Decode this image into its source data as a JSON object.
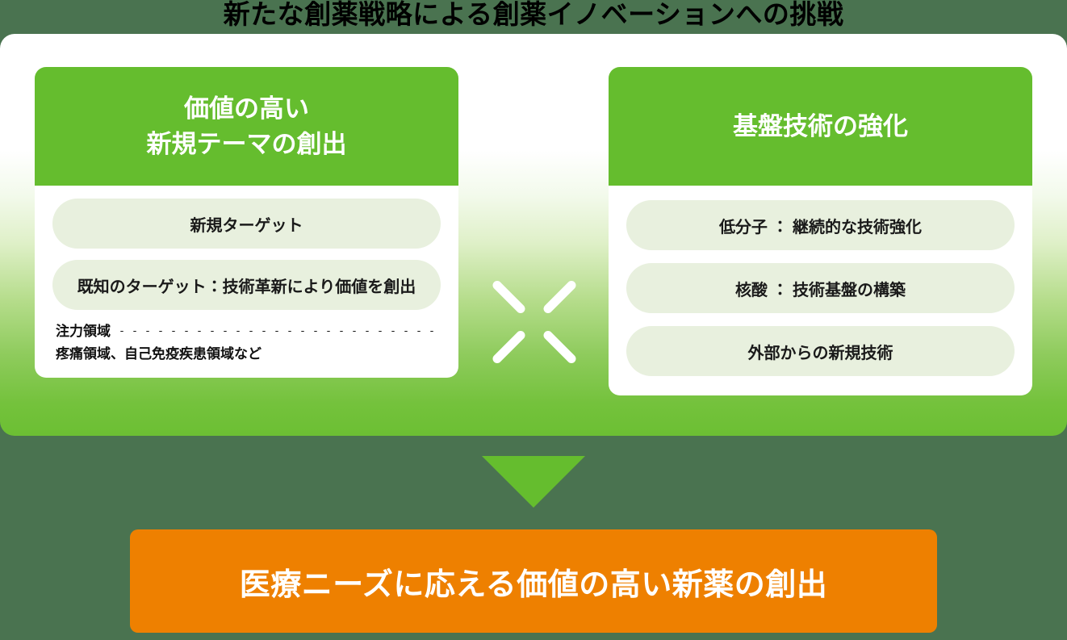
{
  "title": "新たな創薬戦略による創薬イノベーションへの挑戦",
  "colors": {
    "page_background": "#4a7350",
    "panel_gradient_top": "#ffffff",
    "panel_gradient_bottom": "#6cbf33",
    "card_header_green": "#65bd2e",
    "pill_background": "#e8f0de",
    "accent_orange": "#ee8000",
    "text_dark": "#111111",
    "text_light": "#ffffff"
  },
  "panel": {
    "left_card": {
      "header_line1": "価値の高い",
      "header_line2": "新規テーマの創出",
      "items": [
        "新規ターゲット",
        "既知のターゲット：技術革新により価値を創出"
      ],
      "focus_note": {
        "label": "注力領域",
        "detail": "疼痛領域、自己免疫疾患領域など"
      }
    },
    "multiply_symbol": "×",
    "right_card": {
      "header_line1": "基盤技術の強化",
      "items": [
        "低分子 ： 継続的な技術強化",
        "核酸 ： 技術基盤の構築",
        "外部からの新規技術"
      ]
    }
  },
  "arrow": {
    "direction": "down"
  },
  "outcome": {
    "text": "医療ニーズに応える価値の高い新薬の創出"
  }
}
